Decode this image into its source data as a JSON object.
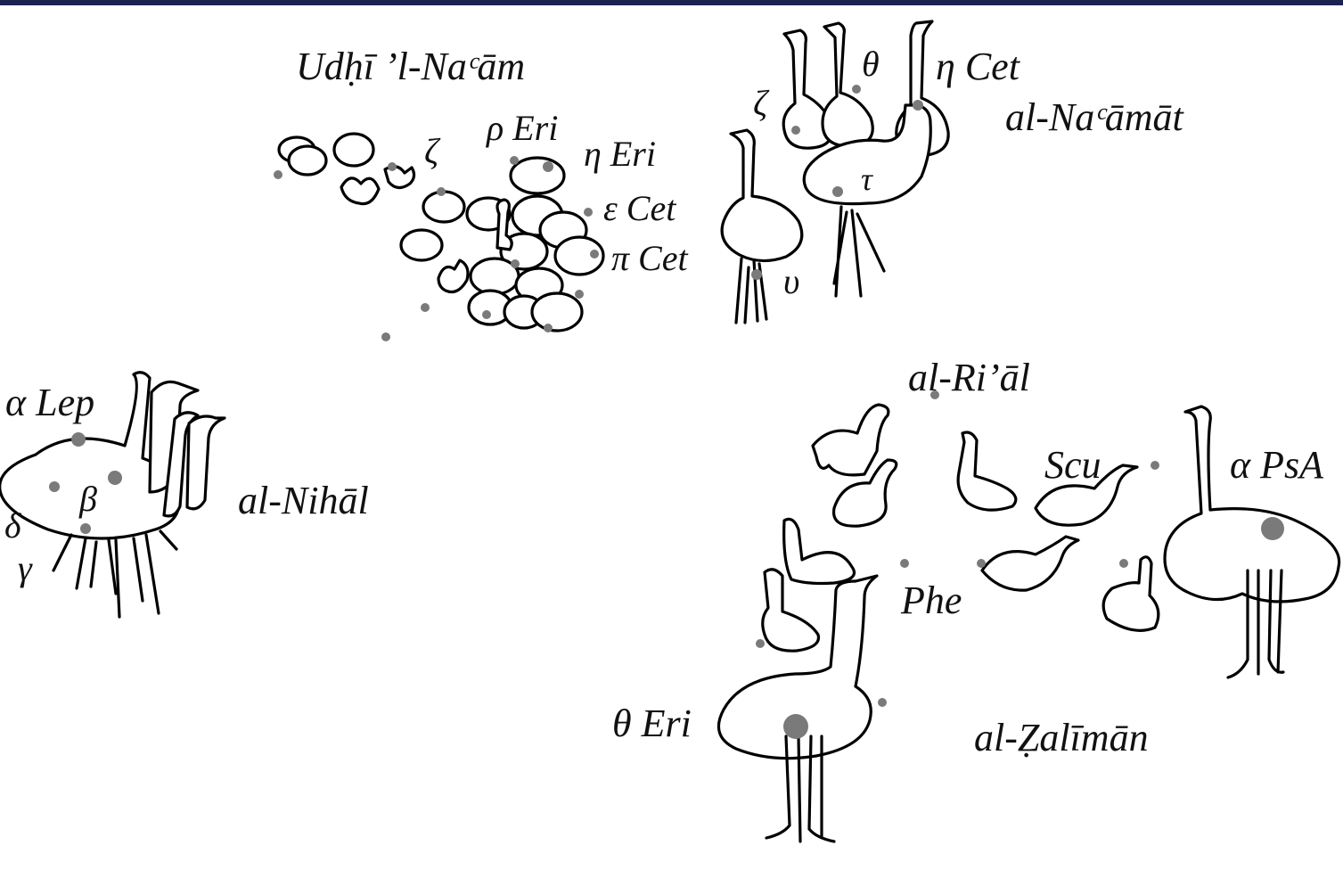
{
  "labels": {
    "udhi": "Udḥī ’l-Naᶜām",
    "rho_eri": "ρ Eri",
    "eta_eri": "η Eri",
    "eps_cet": "ε Cet",
    "pi_cet": "π Cet",
    "zeta_eggs": "ζ",
    "theta_top": "θ",
    "eta_cet": "η Cet",
    "zeta_top": "ζ",
    "tau": "τ",
    "upsilon": "υ",
    "naamat": "al-Naᶜāmāt",
    "alpha_lep": "α Lep",
    "beta": "β",
    "delta": "δ",
    "gamma": "γ",
    "nihal": "al-Nihāl",
    "rial": "al-Ri’āl",
    "scu": "Scu",
    "alpha_psa": "α PsA",
    "phe": "Phe",
    "theta_eri": "θ Eri",
    "zalimān": "al-Ẓalīmān"
  },
  "colors": {
    "star": "#7a7a7a",
    "ink": "#000000",
    "banner": "#1b2350"
  },
  "figures": [
    "egg-cluster",
    "ostrich-flock-top",
    "ostrich-flock-left",
    "young-ostriches",
    "ostrich-large-right",
    "ostrich-large-bottom"
  ]
}
